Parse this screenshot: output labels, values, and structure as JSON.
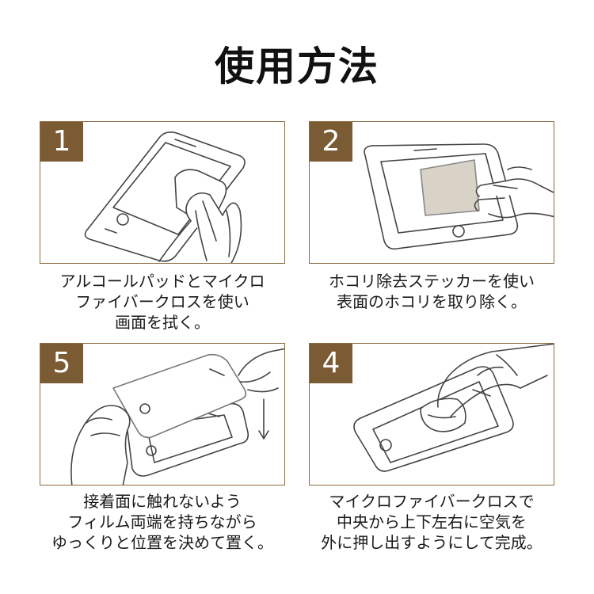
{
  "title": "使用方法",
  "steps": [
    {
      "number": "1",
      "caption": [
        "アルコールパッドとマイクロ",
        "ファイバークロスを使い",
        "画面を拭く。"
      ]
    },
    {
      "number": "2",
      "caption": [
        "ホコリ除去ステッカーを使い",
        "表面のホコリを取り除く。"
      ]
    },
    {
      "number": "5",
      "caption": [
        "接着面に触れないよう",
        "フィルム両端を持ちながら",
        "ゆっくりと位置を決めて置く。"
      ]
    },
    {
      "number": "4",
      "caption": [
        "マイクロファイバークロスで",
        "中央から上下左右に空気を",
        "外に押し出すようにして完成。"
      ]
    }
  ],
  "colors": {
    "frame": "#8b6a3f",
    "badge": "#7a5b34",
    "sticker": "#d9d2c7"
  }
}
